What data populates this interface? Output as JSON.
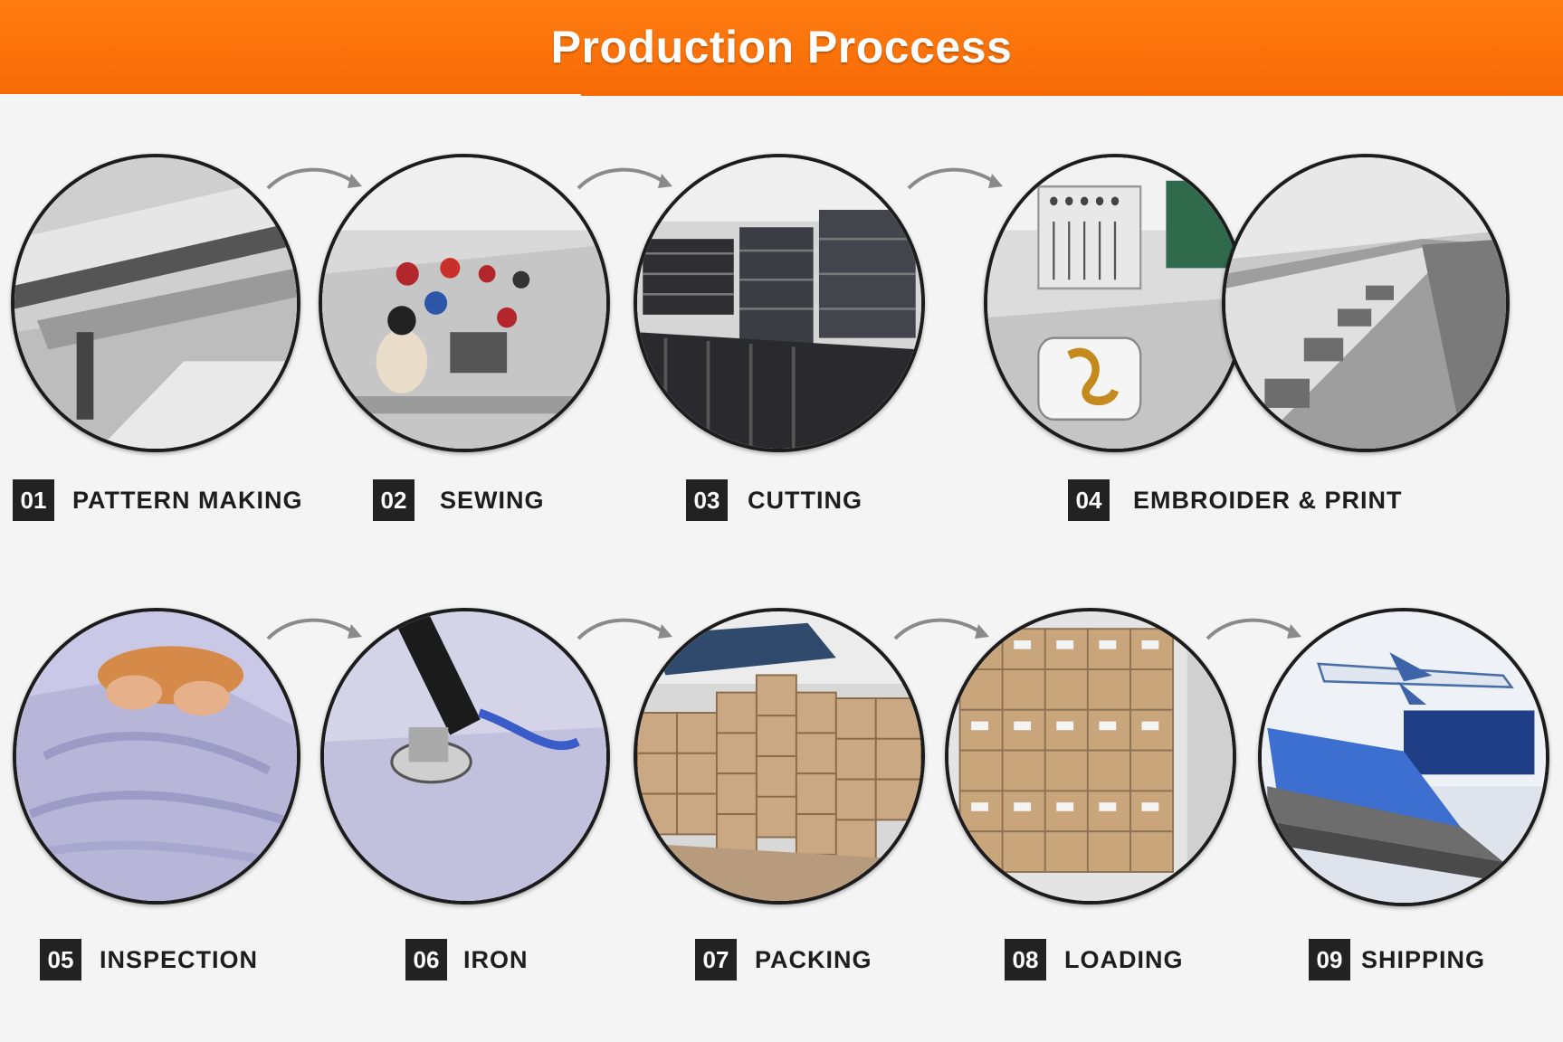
{
  "header": {
    "title": "Production Proccess",
    "color": "#f87005"
  },
  "steps": [
    {
      "number": "01",
      "label": "PATTERN MAKING",
      "icon": "pattern-plotter-image"
    },
    {
      "number": "02",
      "label": "SEWING",
      "icon": "sewing-workshop-image"
    },
    {
      "number": "03",
      "label": "CUTTING",
      "icon": "fabric-stacks-image"
    },
    {
      "number": "04",
      "label": "EMBROIDER & PRINT",
      "icon": "embroidery-machine-image"
    },
    {
      "number": "05",
      "label": "INSPECTION",
      "icon": "garment-inspection-image"
    },
    {
      "number": "06",
      "label": "IRON",
      "icon": "steam-iron-image"
    },
    {
      "number": "07",
      "label": "PACKING",
      "icon": "carton-boxes-image"
    },
    {
      "number": "08",
      "label": "LOADING",
      "icon": "container-loading-image"
    },
    {
      "number": "09",
      "label": "SHIPPING",
      "icon": "ship-plane-truck-image"
    }
  ]
}
